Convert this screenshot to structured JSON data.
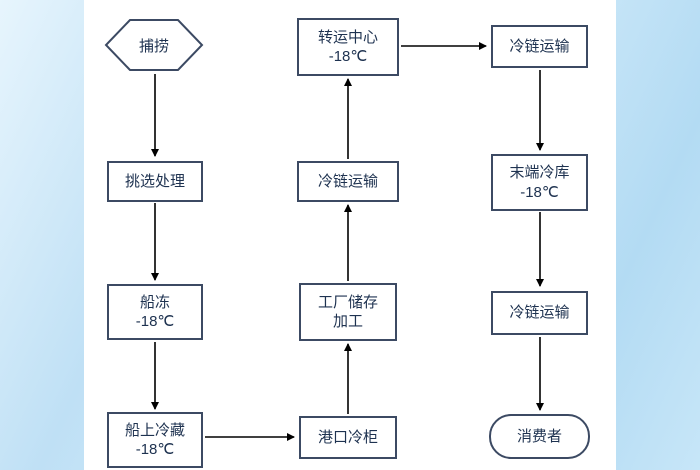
{
  "diagram": {
    "description": "冷链物流流程图",
    "colors": {
      "node_border": "#3c4a63",
      "node_text": "#1e3250",
      "arrow": "#000000",
      "page_background": "#ffffff",
      "margin_background": "#c7e6f8"
    },
    "nodes": [
      {
        "id": "catch",
        "label": "捕捞",
        "shape": "hexagon"
      },
      {
        "id": "sorting",
        "label": "挑选处理",
        "shape": "rect"
      },
      {
        "id": "ship-freeze",
        "label": "船冻\n-18℃",
        "shape": "rect"
      },
      {
        "id": "onboard-cold-storage",
        "label": "船上冷藏\n-18℃",
        "shape": "rect"
      },
      {
        "id": "port-freezer",
        "label": "港口冷柜",
        "shape": "rect"
      },
      {
        "id": "factory-storage-processing",
        "label": "工厂储存\n加工",
        "shape": "rect"
      },
      {
        "id": "cold-chain-transport-1",
        "label": "冷链运输",
        "shape": "rect"
      },
      {
        "id": "transfer-center",
        "label": "转运中心\n-18℃",
        "shape": "rect"
      },
      {
        "id": "cold-chain-transport-2",
        "label": "冷链运输",
        "shape": "rect"
      },
      {
        "id": "terminal-cold-storage",
        "label": "末端冷库\n-18℃",
        "shape": "rect"
      },
      {
        "id": "cold-chain-transport-3",
        "label": "冷链运输",
        "shape": "rect"
      },
      {
        "id": "consumer",
        "label": "消费者",
        "shape": "stadium"
      }
    ],
    "edges": [
      {
        "from": "catch",
        "to": "sorting"
      },
      {
        "from": "sorting",
        "to": "ship-freeze"
      },
      {
        "from": "ship-freeze",
        "to": "onboard-cold-storage"
      },
      {
        "from": "onboard-cold-storage",
        "to": "port-freezer"
      },
      {
        "from": "port-freezer",
        "to": "factory-storage-processing"
      },
      {
        "from": "factory-storage-processing",
        "to": "cold-chain-transport-1"
      },
      {
        "from": "cold-chain-transport-1",
        "to": "transfer-center"
      },
      {
        "from": "transfer-center",
        "to": "cold-chain-transport-2"
      },
      {
        "from": "cold-chain-transport-2",
        "to": "terminal-cold-storage"
      },
      {
        "from": "terminal-cold-storage",
        "to": "cold-chain-transport-3"
      },
      {
        "from": "cold-chain-transport-3",
        "to": "consumer"
      }
    ]
  }
}
